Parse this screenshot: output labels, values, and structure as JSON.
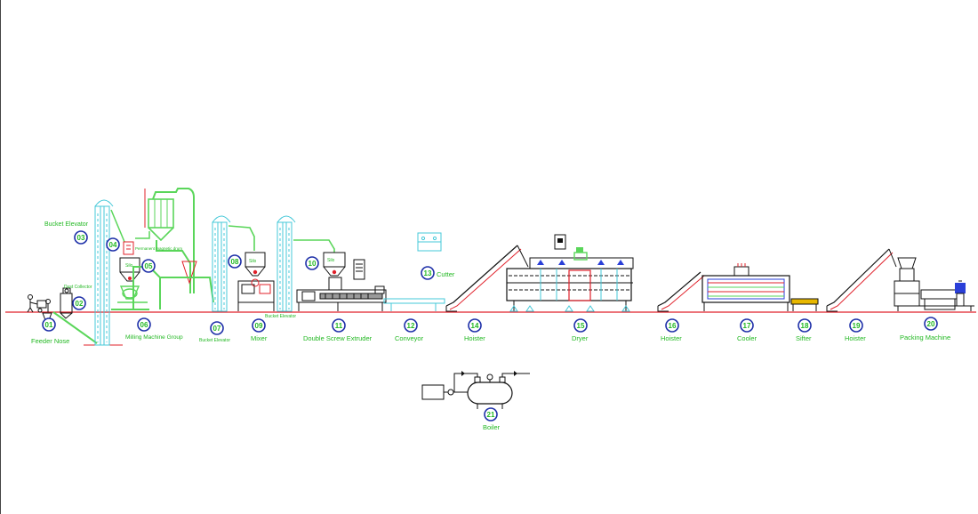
{
  "colors": {
    "equipment": "#5ad65a",
    "conveyor": "#45c8d8",
    "outline": "#1a1a1a",
    "badge_ring": "#1d2fa8",
    "label_text": "#22b822",
    "red_accent": "#e0202a",
    "blue_accent": "#2a3fd8"
  },
  "stations": [
    {
      "id": "01",
      "label": "Feeder Nose"
    },
    {
      "id": "02",
      "label": "Dust Collector"
    },
    {
      "id": "03",
      "label": "Bucket Elevator"
    },
    {
      "id": "04",
      "label": "Permanent magnetic drum"
    },
    {
      "id": "05",
      "label": "Silo"
    },
    {
      "id": "06",
      "label": "Milling Machine Group"
    },
    {
      "id": "07",
      "label": "Bucket Elevator"
    },
    {
      "id": "08",
      "label": "Silo"
    },
    {
      "id": "09",
      "label": "Mixer"
    },
    {
      "id": "09b",
      "label": "Bucket Elevator"
    },
    {
      "id": "10",
      "label": "Silo"
    },
    {
      "id": "11",
      "label": "Double Screw Extruder"
    },
    {
      "id": "12",
      "label": "Conveyor"
    },
    {
      "id": "13",
      "label": "Cutter"
    },
    {
      "id": "14",
      "label": "Hoister"
    },
    {
      "id": "15",
      "label": "Dryer"
    },
    {
      "id": "16",
      "label": "Hoister"
    },
    {
      "id": "17",
      "label": "Cooler"
    },
    {
      "id": "18",
      "label": "Sifter"
    },
    {
      "id": "19",
      "label": "Hoister"
    },
    {
      "id": "20",
      "label": "Packing Machine"
    },
    {
      "id": "21",
      "label": "Boiler"
    }
  ]
}
